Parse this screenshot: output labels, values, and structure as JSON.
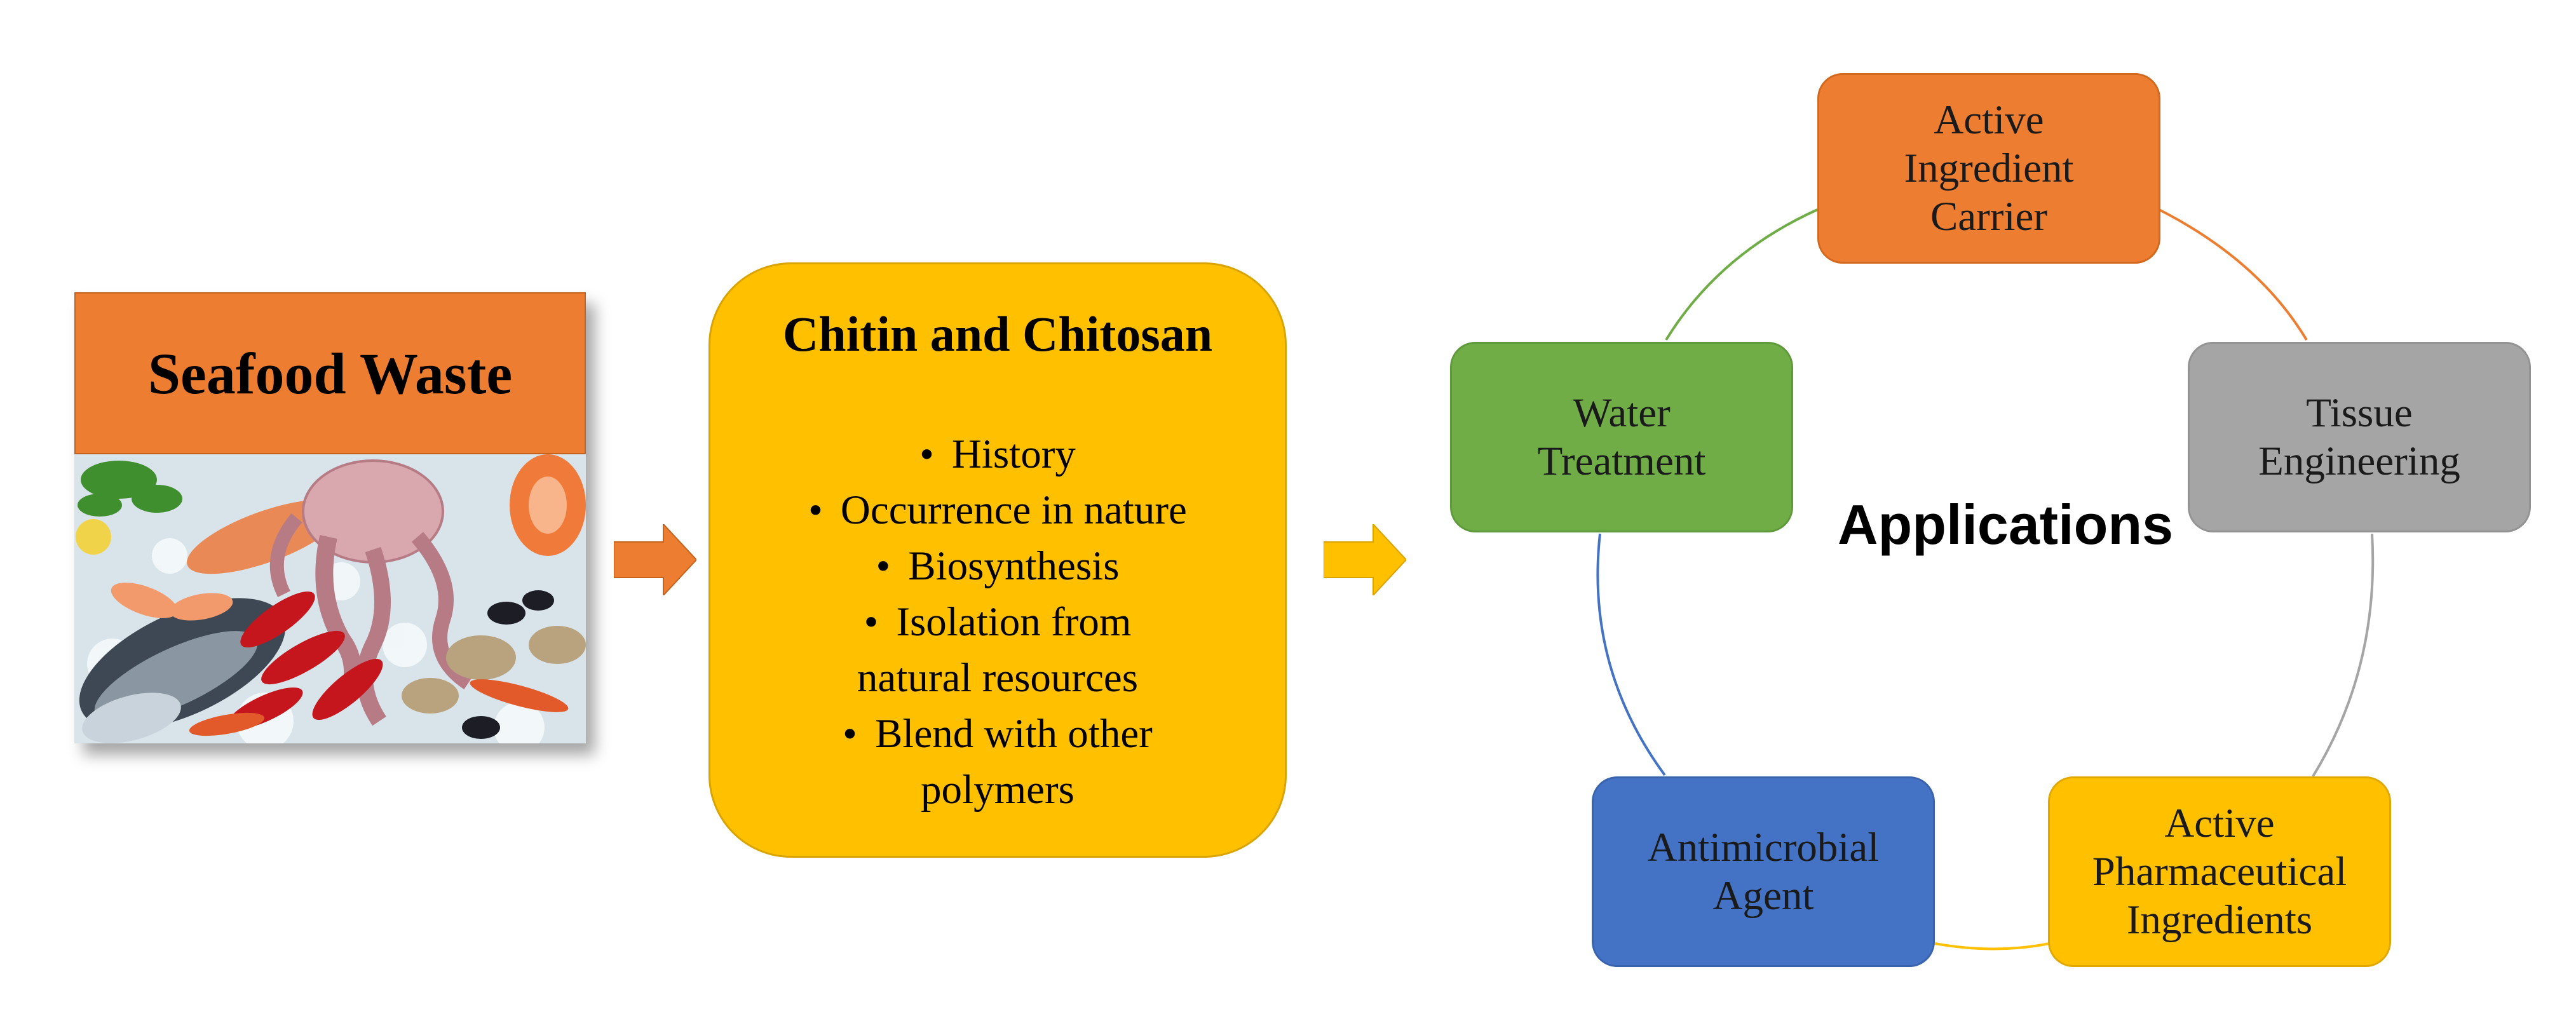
{
  "seafood": {
    "title": "Seafood Waste",
    "photo_icon": "seafood-photo"
  },
  "chitin": {
    "title": "Chitin and Chitosan",
    "bullet": "•",
    "items": [
      "History",
      "Occurrence in nature",
      "Biosynthesis",
      "Isolation from natural resources",
      "Blend with other polymers"
    ]
  },
  "applications": {
    "label": "Applications",
    "nodes": {
      "carrier": "Active\nIngredient\nCarrier",
      "tissue": "Tissue\nEngineering",
      "api": "Active\nPharmaceutical\nIngredients",
      "antimicrobial": "Antimicrobial\nAgent",
      "water": "Water\nTreatment"
    }
  },
  "colors": {
    "orange": "#ED7D31",
    "gold": "#FFC000",
    "gray": "#A5A5A5",
    "blue": "#4472C4",
    "green": "#70AD47"
  }
}
